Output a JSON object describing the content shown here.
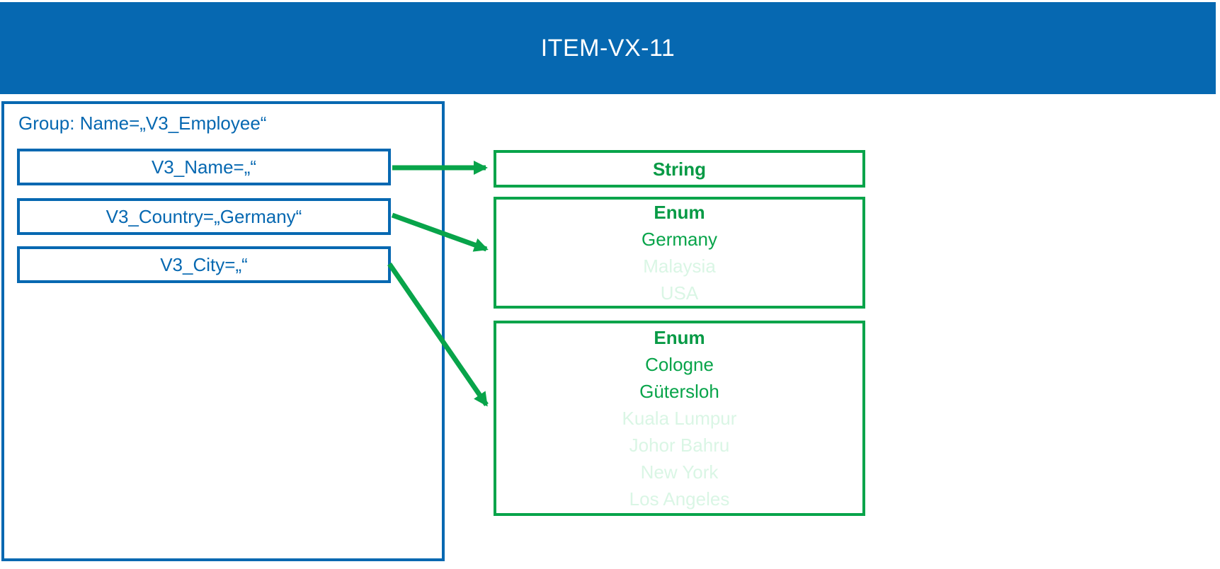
{
  "header": {
    "title": "ITEM-VX-11"
  },
  "colors": {
    "blue": "#0668b1",
    "green": "#08a44a",
    "dim_green": "#daf6e5",
    "header_text": "#ffffff"
  },
  "group": {
    "label": "Group: Name=„V3_Employee“",
    "fields": [
      {
        "label": "V3_Name=„“"
      },
      {
        "label": "V3_Country=„Germany“"
      },
      {
        "label": "V3_City=„“"
      }
    ]
  },
  "types": [
    {
      "title": "String",
      "values": []
    },
    {
      "title": "Enum",
      "values": [
        {
          "label": "Germany",
          "active": true
        },
        {
          "label": "Malaysia",
          "active": false
        },
        {
          "label": "USA",
          "active": false
        }
      ]
    },
    {
      "title": "Enum",
      "values": [
        {
          "label": "Cologne",
          "active": true
        },
        {
          "label": "Gütersloh",
          "active": true
        },
        {
          "label": "Kuala Lumpur",
          "active": false
        },
        {
          "label": "Johor Bahru",
          "active": false
        },
        {
          "label": "New York",
          "active": false
        },
        {
          "label": "Los Angeles",
          "active": false
        }
      ]
    }
  ],
  "connections": [
    {
      "from": "V3_Name",
      "to": "String"
    },
    {
      "from": "V3_Country",
      "to": "Enum (countries)"
    },
    {
      "from": "V3_City",
      "to": "Enum (cities)"
    }
  ]
}
